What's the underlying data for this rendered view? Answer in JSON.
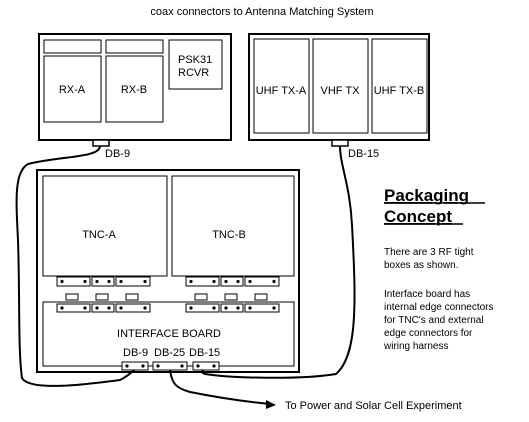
{
  "header": {
    "caption": "coax connectors to Antenna Matching System"
  },
  "receiver_box": {
    "units": [
      "RX-A",
      "RX-B"
    ],
    "psk_line1": "PSK31",
    "psk_line2": "RCVR",
    "connector": "DB-9"
  },
  "transmitter_box": {
    "units": [
      "UHF TX-A",
      "VHF TX",
      "UHF TX-B"
    ],
    "connector": "DB-15"
  },
  "tnc_box": {
    "units": [
      "TNC-A",
      "TNC-B"
    ],
    "interface_label": "INTERFACE BOARD",
    "connectors": [
      "DB-9",
      "DB-25",
      "DB-15"
    ]
  },
  "footer": {
    "caption": "To Power and Solar Cell Experiment"
  },
  "concept": {
    "title_line1": "Packaging",
    "title_line2": "Concept",
    "note1": [
      "There are 3 RF tight",
      "boxes as shown."
    ],
    "note2": [
      "Interface board has",
      "internal edge connectors",
      "for TNC's and external",
      "edge connectors for",
      "wiring harness"
    ]
  }
}
